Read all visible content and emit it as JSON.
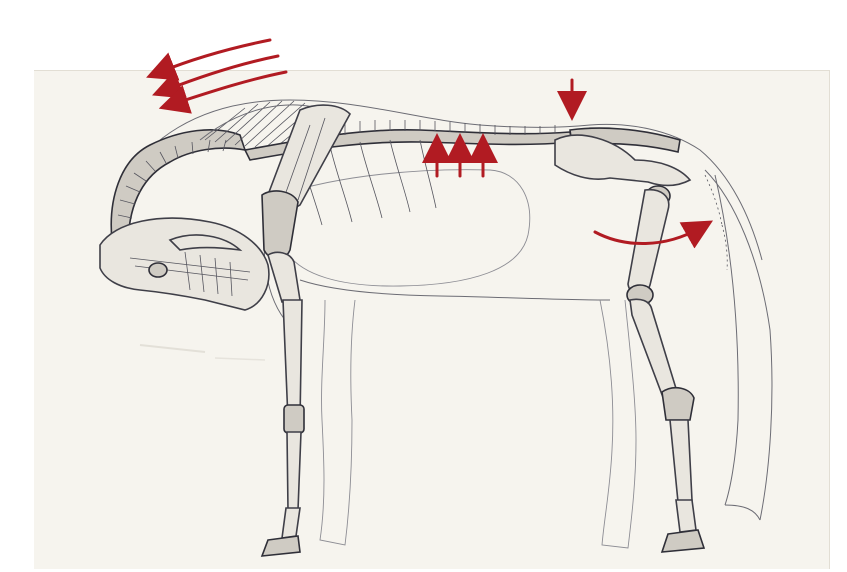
{
  "figure": {
    "subject": "horse-skeleton-with-body-outline",
    "arrow_color": "#b11b22",
    "bone_color": "#e9e6df",
    "line_color": "#3f3f48",
    "plate_color": "#f6f4ee",
    "arrow_groups": [
      {
        "name": "neck-pull-arrows",
        "count": 3,
        "direction": "left"
      },
      {
        "name": "back-lift-arrows",
        "count": 3,
        "direction": "up"
      },
      {
        "name": "croup-press-arrow",
        "count": 1,
        "direction": "down"
      },
      {
        "name": "pelvis-tilt-arrow",
        "count": 1,
        "direction": "curved-right"
      }
    ]
  }
}
